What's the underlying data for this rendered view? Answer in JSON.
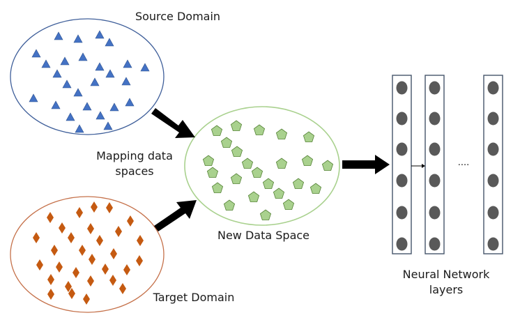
{
  "labels": {
    "source_domain": "Source Domain",
    "mapping_line1": "Mapping data",
    "mapping_line2": "spaces",
    "new_data_space": "New Data Space",
    "target_domain": "Target Domain",
    "nn_line1": "Neural Network",
    "nn_line2": "layers",
    "ellipsis": "...."
  },
  "colors": {
    "source_ellipse": "#3f5f9a",
    "triangle": "#4472c4",
    "triangle_stroke": "#2f528f",
    "target_ellipse": "#c5714a",
    "diamond": "#c55a11",
    "new_ellipse": "#a9d18e",
    "pentagon": "#a9d18e",
    "pentagon_stroke": "#548235",
    "arrow": "#000000",
    "layer_stroke": "#44546a",
    "node": "#595959"
  },
  "icons": {
    "source_marker": "triangle-icon",
    "target_marker": "diamond-icon",
    "new_marker": "pentagon-icon",
    "layer_node": "circle-node-icon",
    "flow_arrow": "block-arrow-icon"
  },
  "neural_network": {
    "visible_layers": 3,
    "nodes_per_layer": 6
  }
}
